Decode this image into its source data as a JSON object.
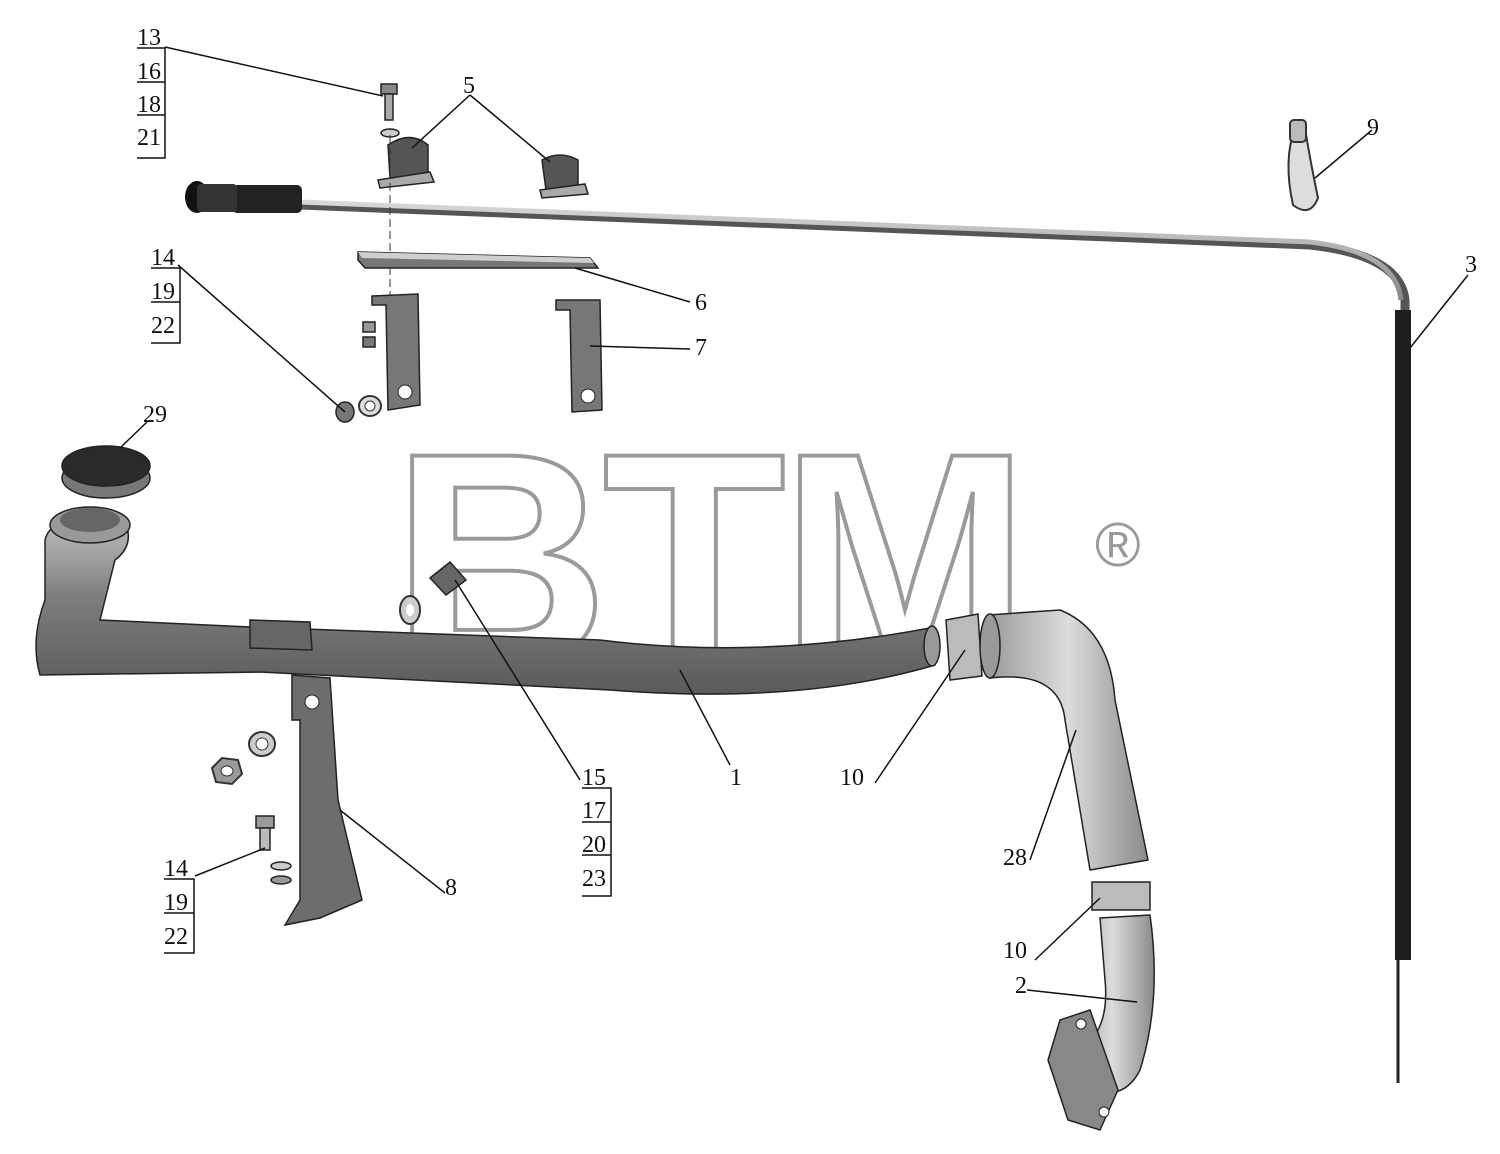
{
  "watermark": {
    "text": "BTM",
    "registered": "®"
  },
  "callouts": {
    "c13_group": [
      "13",
      "16",
      "18",
      "21"
    ],
    "c14_top_group": [
      "14",
      "19",
      "22"
    ],
    "c14_bottom_group": [
      "14",
      "19",
      "22"
    ],
    "c15_group": [
      "15",
      "17",
      "20",
      "23"
    ],
    "c5": "5",
    "c6": "6",
    "c7": "7",
    "c8": "8",
    "c9": "9",
    "c3": "3",
    "c29": "29",
    "c1": "1",
    "c10_upper": "10",
    "c10_lower": "10",
    "c28": "28",
    "c2": "2"
  }
}
